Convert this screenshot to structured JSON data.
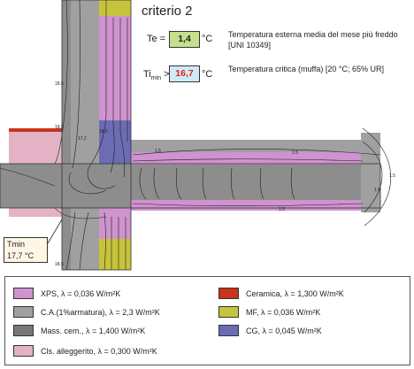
{
  "header": {
    "title": "criterio 2",
    "te_label": "Te =",
    "te_value": "1,4",
    "te_unit": "°C",
    "te_desc": "Temperatura esterna media del mese più freddo [UNI 10349]",
    "ti_label": "Ti",
    "ti_sub": "min",
    "ti_op": ">",
    "ti_value": "16,7",
    "ti_unit": "°C",
    "ti_desc": "Temperatura critica (muffa) [20 °C; 65% UR]"
  },
  "tmin": {
    "line1": "Tmin",
    "line2": "17,7 °C"
  },
  "isotherm_labels": [
    "18.5",
    "18.5",
    "17.2",
    "18.5",
    "1.5",
    "1.5",
    "1.5",
    "1.5",
    "1.5",
    "18.5"
  ],
  "legend": [
    {
      "label": "XPS,  λ = 0,036 W/m²K",
      "color": "#cf93cf"
    },
    {
      "label": "C.A.(1%armatura),  λ = 2,3 W/m²K",
      "color": "#a0a0a0"
    },
    {
      "label": "Mass. cem.,  λ = 1,400 W/m²K",
      "color": "#787878"
    },
    {
      "label": "Cls. alleggerito,  λ = 0,300 W/m²K",
      "color": "#e3b3c5"
    },
    {
      "label": "Ceramica,  λ = 1,300 W/m²K",
      "color": "#c8341c"
    },
    {
      "label": "MF,  λ = 0,036 W/m²K",
      "color": "#c6c43c"
    },
    {
      "label": "CG,  λ = 0,045 W/m²K",
      "color": "#6c6cb4"
    }
  ],
  "colors": {
    "xps": "#cf93cf",
    "ca": "#a0a0a0",
    "mass": "#787878",
    "cls": "#e3b3c5",
    "ceramica": "#c8341c",
    "mf": "#c6c43c",
    "cg": "#6c6cb4",
    "te_box": "#c4e08c",
    "ti_box": "#cfe9f7",
    "ti_value": "#e0261e"
  }
}
